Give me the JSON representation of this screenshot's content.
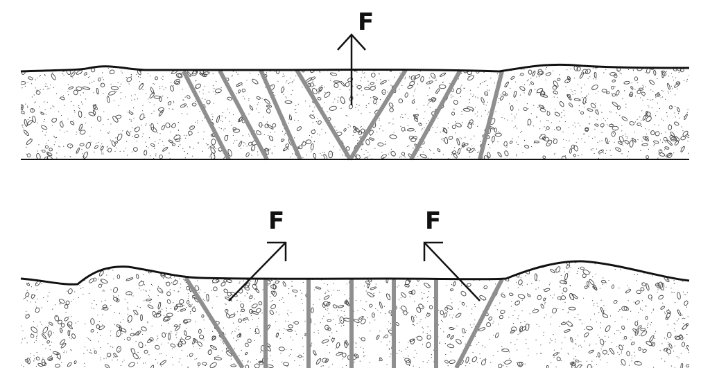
{
  "labels": {
    "top_force": "F",
    "bottom_force_left": "F",
    "bottom_force_right": "F"
  },
  "colors": {
    "soil_line": "#111111",
    "anchor_rod": "#8f8f8f",
    "speckle": "#444444",
    "background": "#ffffff"
  }
}
